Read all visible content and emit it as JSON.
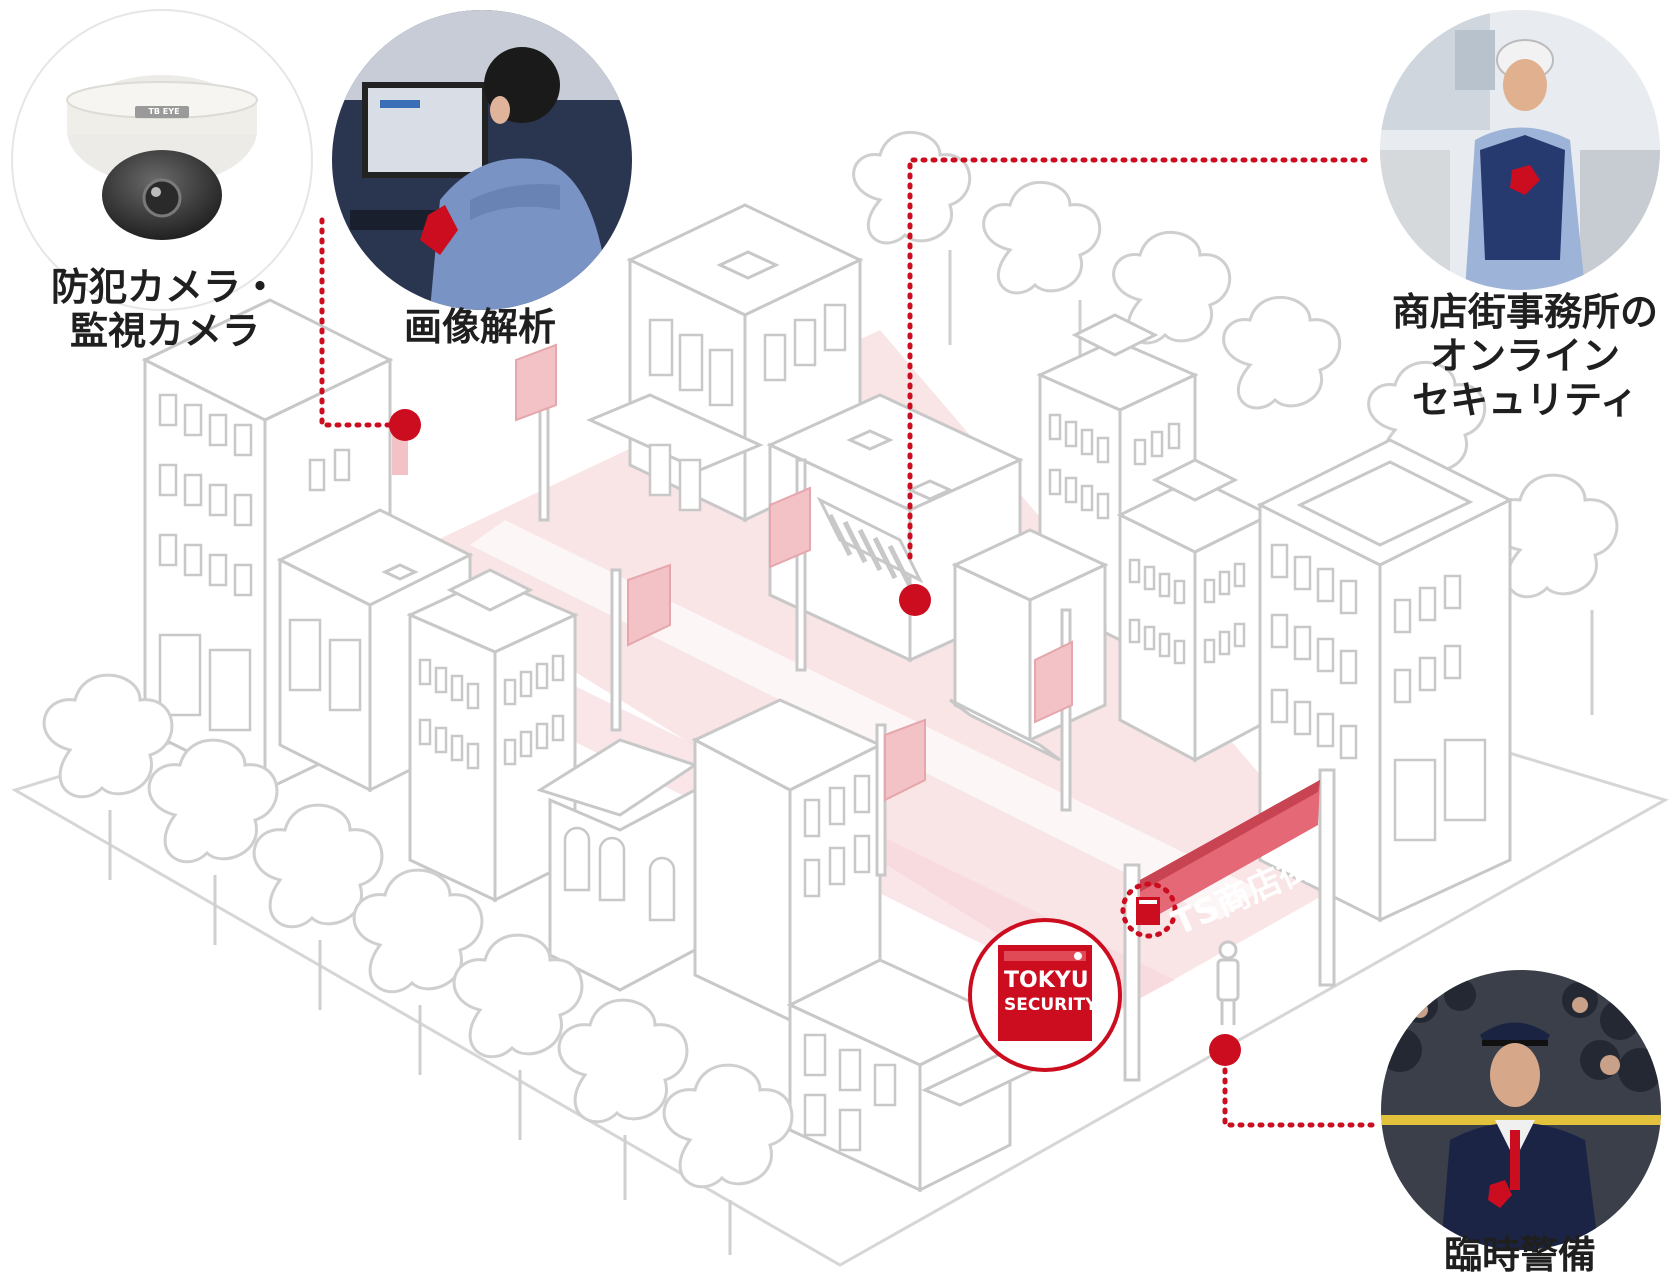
{
  "labels": {
    "camera": {
      "line1": "防犯カメラ・",
      "line2": "監視カメラ"
    },
    "analysis": {
      "line1": "画像解析"
    },
    "online": {
      "line1": "商店街事務所の",
      "line2": "オンライン",
      "line3": "セキュリティ"
    },
    "event": {
      "line1": "臨時警備"
    }
  },
  "camera_brand": "TB EYE",
  "gate_sign": "TS商店街",
  "sticker": {
    "line1": "TOKYU",
    "line2": "SECURITY"
  },
  "colors": {
    "accent": "#cc0c1f",
    "line": "#c8c8c8",
    "road": "#f9e4e6",
    "pink_flag": "#f2c2c6"
  }
}
